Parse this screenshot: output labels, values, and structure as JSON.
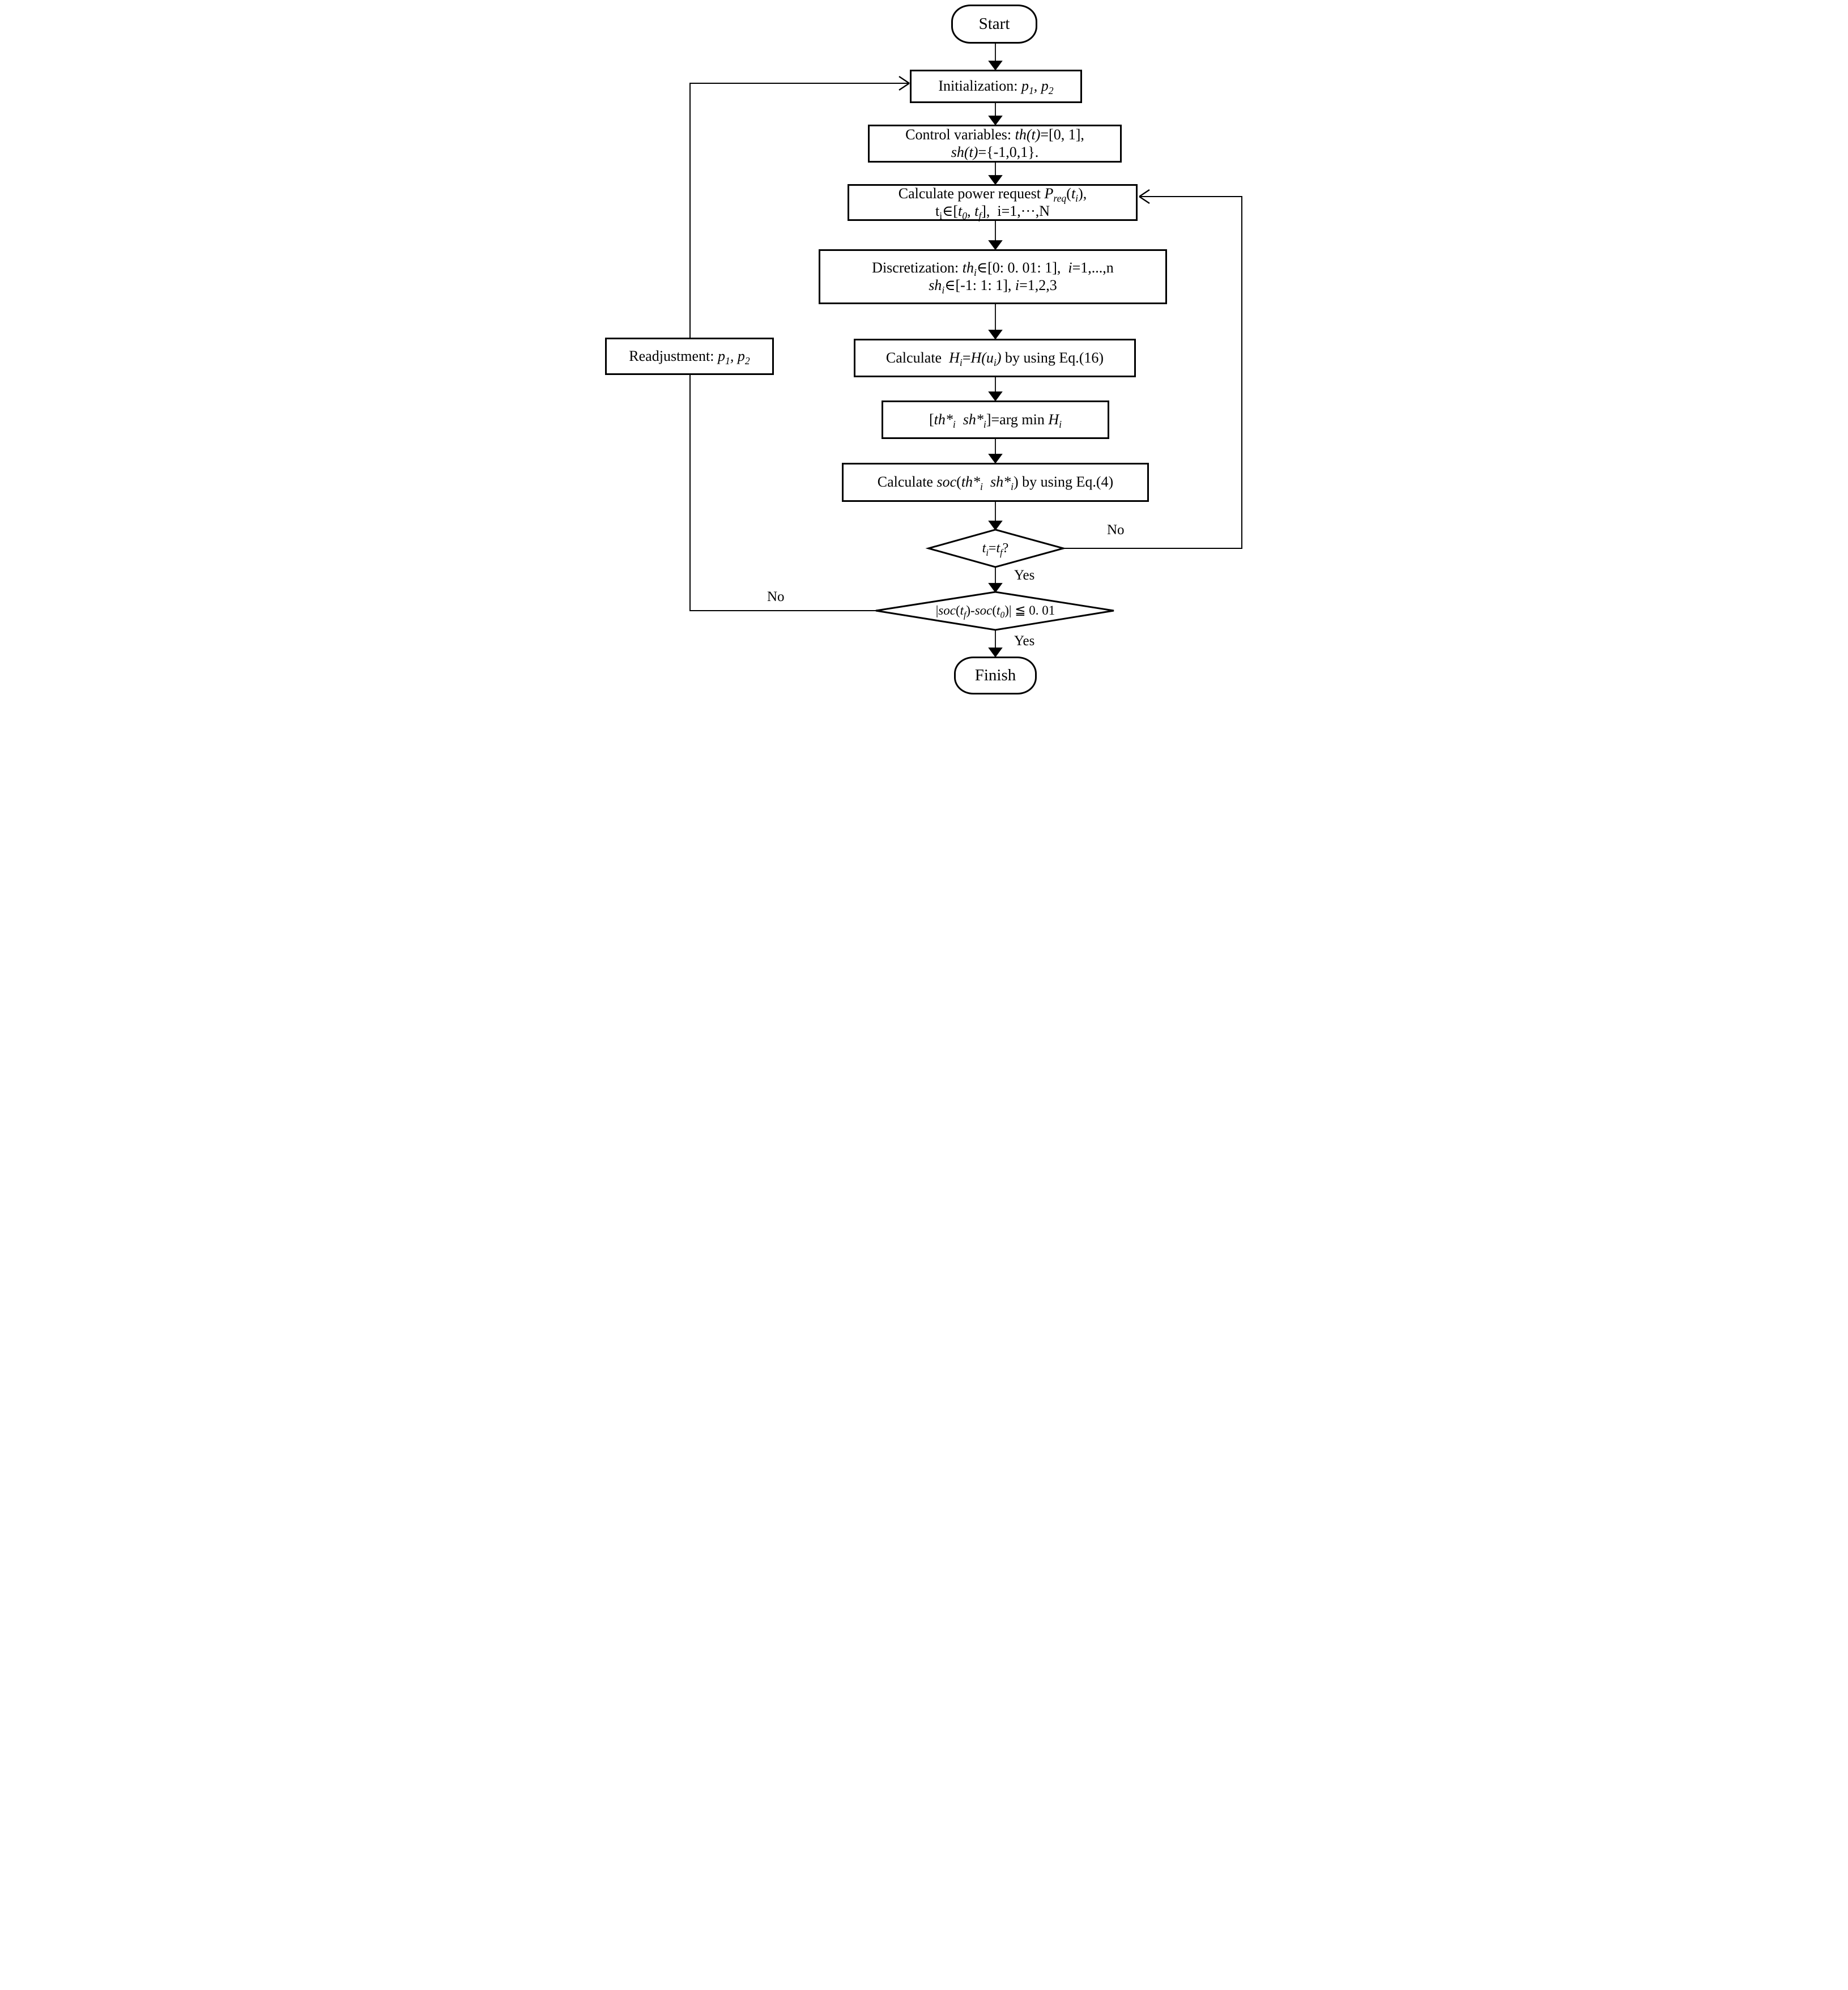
{
  "diagram": {
    "type": "flowchart",
    "colors": {
      "stroke": "#000000",
      "background": "#ffffff"
    },
    "nodes": {
      "start": {
        "label": "Start"
      },
      "initialization": {
        "html": "Initialization: <i>p<sub>1</sub>, p<sub>2</sub></i>"
      },
      "control_variables": {
        "line1_html": "Control variables: <i>th(t)</i>=[0, 1],",
        "line2_html": "<i>sh(t)</i>={-1,0,1}."
      },
      "power_request": {
        "line1_html": "Calculate power request <i>P<sub>req</sub></i>(<i>t<sub>i</sub></i>),",
        "line2_html": "t<sub>i</sub>∈[<i>t<sub>0</sub></i>, <i>t<sub>f</sub></i>],&nbsp; i=1,···,N"
      },
      "discretization": {
        "line1_html": "Discretization: <i>th<sub>i</sub></i>∈[0: 0. 01: 1],&nbsp; <i>i</i>=1,...,n",
        "line2_html": "<i>sh<sub>i</sub></i>∈[-1: 1: 1], <i>i</i>=1,2,3"
      },
      "hamiltonian": {
        "html": "Calculate &nbsp;<i>H<sub>i</sub></i>=<i>H(u<sub>i</sub>)</i> by using Eq.(16)"
      },
      "argmin": {
        "html": "[<i>th*<sub>i</sub></i>&nbsp; <i>sh*<sub>i</sub></i>]=arg min <i>H<sub>i</sub></i>"
      },
      "soc_calc": {
        "html": "Calculate <i>soc</i>(<i>th*<sub>i</sub></i>&nbsp; <i>sh*<sub>i</sub></i>) by using Eq.(4)"
      },
      "time_check": {
        "html": "<i>t<sub>i</sub></i>=<i>t<sub>f</sub></i>?"
      },
      "soc_check": {
        "html": "|<i>soc</i>(<i>t<sub>f</sub></i>)-<i>soc</i>(<i>t<sub>0</sub></i>)| ≦ 0. 01"
      },
      "readjustment": {
        "html": "Readjustment: <i>p<sub>1</sub>, p<sub>2</sub></i>"
      },
      "finish": {
        "label": "Finish"
      }
    },
    "edge_labels": {
      "time_check_no": "No",
      "time_check_yes": "Yes",
      "soc_check_no": "No",
      "soc_check_yes": "Yes"
    }
  }
}
